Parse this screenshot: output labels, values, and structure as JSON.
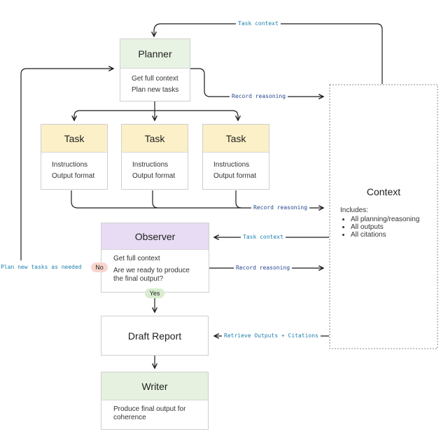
{
  "colors": {
    "planner_header": "#e9f3e4",
    "task_header": "#fbf0c7",
    "observer_header": "#e7dcf3",
    "writer_header": "#e6f1df",
    "edge_label": "#1d7fae",
    "edge_label_dark": "#27478f",
    "no_pill": "#f8d6cf",
    "yes_pill": "#d8eccf",
    "line": "#1a1a1a"
  },
  "planner": {
    "title": "Planner",
    "lines": [
      "Get full context",
      "Plan new tasks"
    ]
  },
  "tasks": [
    {
      "title": "Task",
      "lines": [
        "Instructions",
        "Output format"
      ]
    },
    {
      "title": "Task",
      "lines": [
        "Instructions",
        "Output format"
      ]
    },
    {
      "title": "Task",
      "lines": [
        "Instructions",
        "Output format"
      ]
    }
  ],
  "observer": {
    "title": "Observer",
    "line1": "Get full context",
    "line2": "Are we ready to produce",
    "line3": "the final output?"
  },
  "draft": {
    "title": "Draft Report"
  },
  "writer": {
    "title": "Writer",
    "line1": "Produce final output for",
    "line2": "coherence"
  },
  "context": {
    "title": "Context",
    "includes": "Includes:",
    "items": [
      "All planning/reasoning",
      "All outputs",
      "All citations"
    ]
  },
  "edges": {
    "task_context_top": "Task context",
    "record_reasoning_planner": "Record reasoning",
    "record_reasoning_tasks": "Record reasoning",
    "task_context_observer": "Task context",
    "record_reasoning_observer": "Record reasoning",
    "retrieve": "Retrieve Outputs + Citations",
    "plan_new_tasks": "Plan new tasks as needed"
  },
  "decision": {
    "no": "No",
    "yes": "Yes"
  }
}
